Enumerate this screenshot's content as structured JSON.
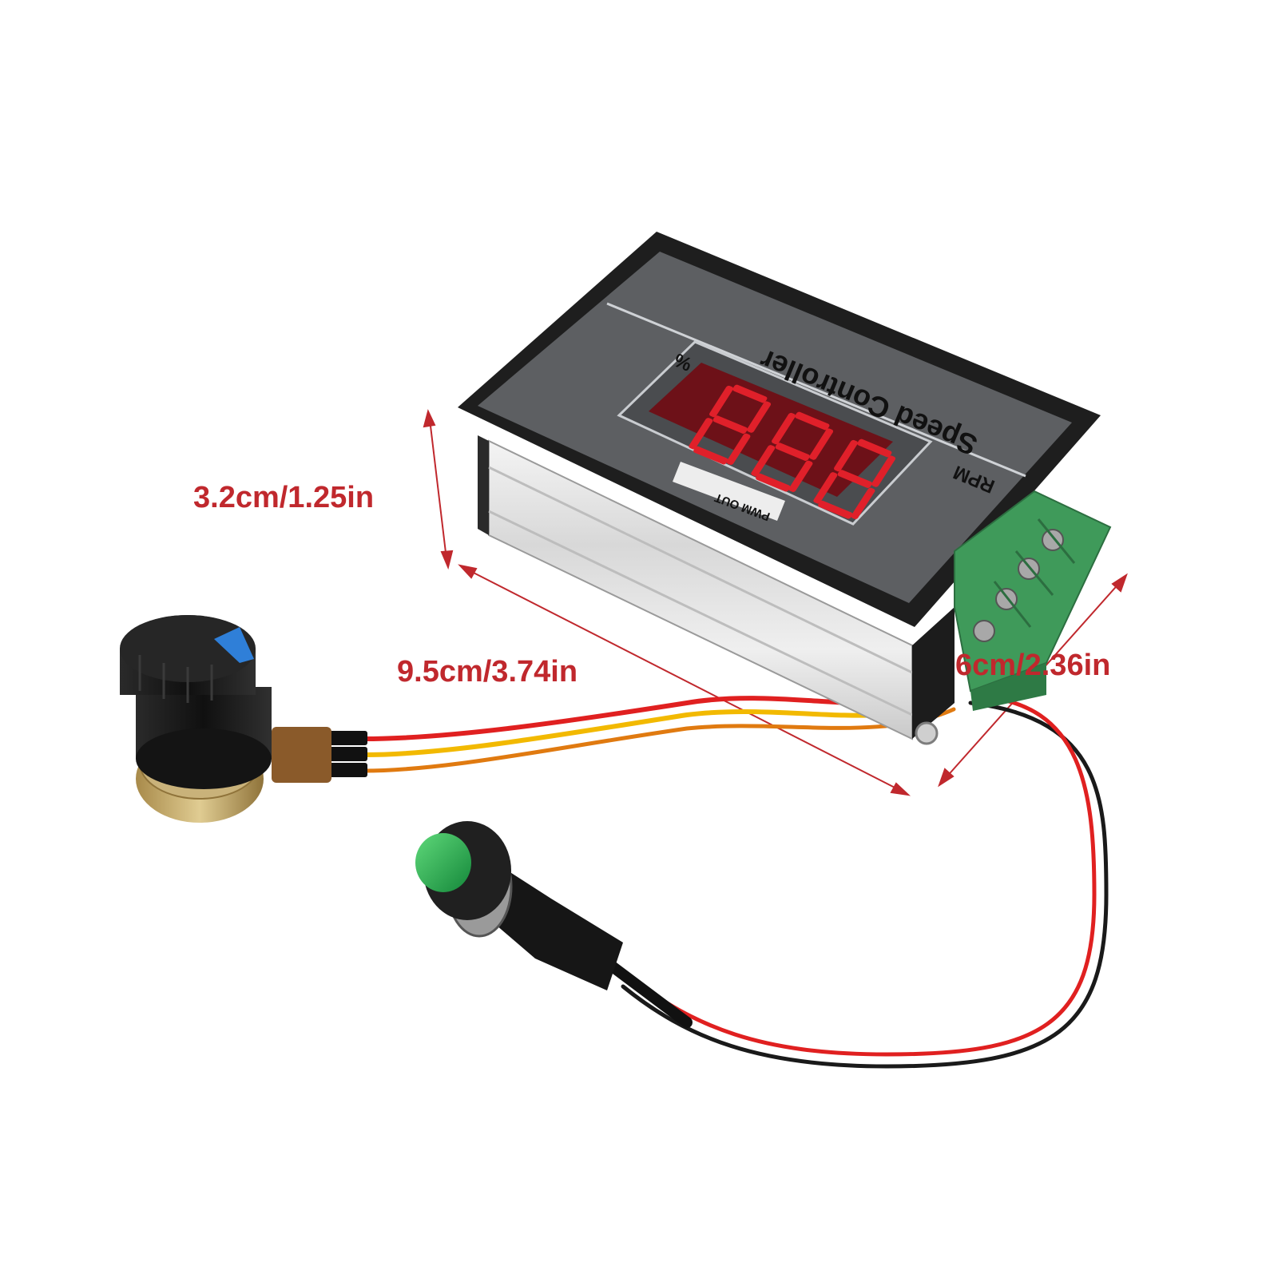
{
  "panel": {
    "title": "Speed Controller",
    "unit_rpm": "RPM",
    "unit_percent": "%",
    "tag": "PWM OUT"
  },
  "display": {
    "digits": 3,
    "color": "#e0202a"
  },
  "dimensions": {
    "height": "3.2cm/1.25in",
    "length": "9.5cm/3.74in",
    "width": "6cm/2.36in"
  },
  "colors": {
    "dimension_text": "#c0282d",
    "terminal_block": "#3f9a5a",
    "button_cap": "#22a84a",
    "knob_marker": "#2f7fd8",
    "wire_red": "#e02020",
    "wire_yellow": "#f2b900",
    "wire_black": "#1a1a1a"
  }
}
